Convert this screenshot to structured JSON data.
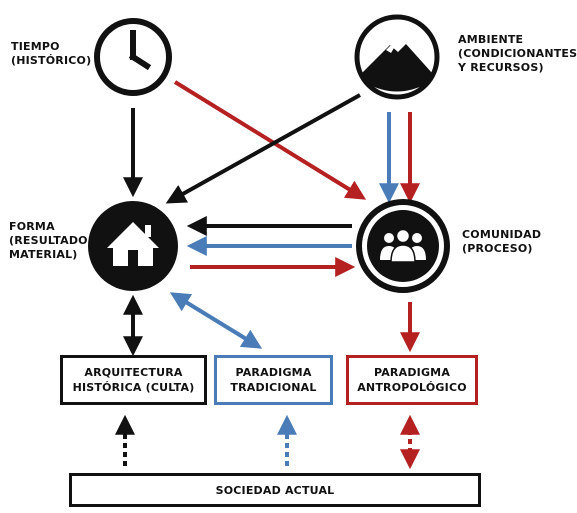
{
  "nodes": {
    "tiempo": {
      "lines": [
        "TIEMPO",
        "(HISTÓRICO)"
      ],
      "icon": "clock-icon"
    },
    "ambiente": {
      "lines": [
        "AMBIENTE",
        "(CONDICIONANTES",
        "Y RECURSOS)"
      ],
      "icon": "mountain-icon"
    },
    "forma": {
      "lines": [
        "FORMA",
        "(RESULTADO",
        "MATERIAL)"
      ],
      "icon": "house-icon"
    },
    "comunidad": {
      "lines": [
        "COMUNIDAD",
        "(PROCESO)"
      ],
      "icon": "people-group-icon"
    }
  },
  "boxes": {
    "arquitectura": {
      "lines": [
        "ARQUITECTURA",
        "HISTÓRICA (CULTA)"
      ],
      "color": "#111111"
    },
    "tradicional": {
      "lines": [
        "PARADIGMA",
        "TRADICIONAL"
      ],
      "color": "#3a6ea5"
    },
    "antropologico": {
      "lines": [
        "PARADIGMA",
        "ANTROPOLÓGICO"
      ],
      "color": "#b22222"
    },
    "sociedad": {
      "label": "SOCIEDAD ACTUAL",
      "color": "#111111"
    }
  },
  "colors": {
    "black": "#111111",
    "blue": "#4a7db8",
    "red": "#b52020"
  }
}
